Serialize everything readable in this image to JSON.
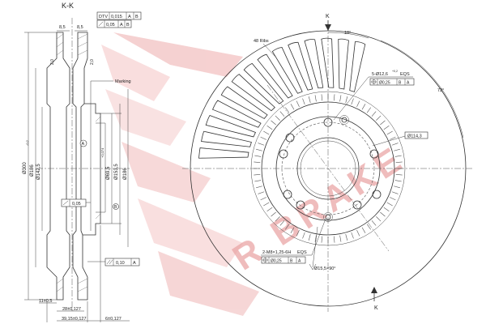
{
  "section": {
    "title": "K-K",
    "marking_label": "Marking",
    "datum_a": "A",
    "datum_b": "B",
    "dims_top": [
      "8,5",
      "8,5"
    ],
    "dims_angle": [
      "2,0",
      "2,0"
    ],
    "dia_outer": "Ø300",
    "dia_inner1": "Ø186",
    "dia_inner2": "Ø142,5",
    "dia_hub1": "Ø69,5",
    "dia_hub2": "Ø153,5",
    "dia_hub3": "Ø186",
    "tol_hub1": "+0,074",
    "tol_inner": "-0,2",
    "dims_bottom": [
      "11±0,5",
      "28±0,127",
      "39,15±0,127",
      "6±0,127"
    ]
  },
  "frames": {
    "dtv_label": "DTV",
    "dtv_value": "0,015",
    "dtv_ref1": "A",
    "dtv_ref2": "B",
    "flat_value": "0,05",
    "flat_ref1": "A",
    "flat_ref2": "B",
    "side_flat": "0,05",
    "runout_value": "0,10",
    "runout_ref": "A"
  },
  "front": {
    "ribs_label": "48 Ribs",
    "angle_ribs": "18°",
    "angle_side": "72°",
    "section_mark": "K",
    "holes_top": "5-Ø12,6",
    "holes_top_tol": "+0,2",
    "holes_top_eqs": "EQS",
    "holes_top_pos": "Ø0,25",
    "holes_top_ref1": "B",
    "holes_top_ref2": "A",
    "bolt_circle": "Ø114,3",
    "threads": "2-M8×1,25-6H",
    "threads_eqs": "EQS",
    "threads_pos": "Ø0,25",
    "threads_ref1": "B",
    "threads_ref2": "A",
    "chamfer": "Ø15,5×90°"
  },
  "watermark": {
    "brand": "R BRAKE"
  }
}
